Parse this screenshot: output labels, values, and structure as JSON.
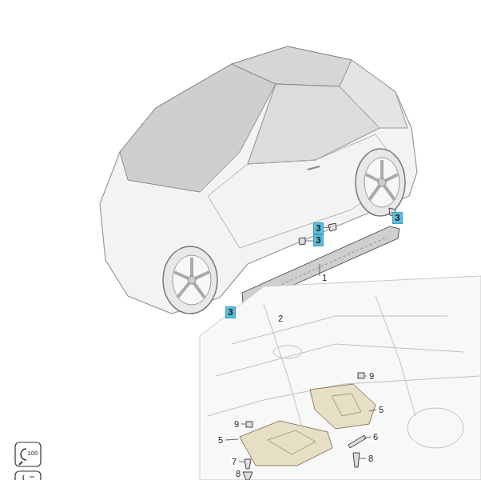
{
  "diagram": {
    "nodes": [
      {
        "text": [
          "3"
        ]
      },
      {
        "text": [
          "3"
        ]
      },
      {
        "text": [
          "3"
        ]
      },
      {
        "text": [
          "3"
        ]
      }
    ],
    "labels": [
      "1",
      "2",
      "9",
      "5",
      "6",
      "8",
      "9",
      "5",
      "7",
      "8",
      "100"
    ]
  }
}
